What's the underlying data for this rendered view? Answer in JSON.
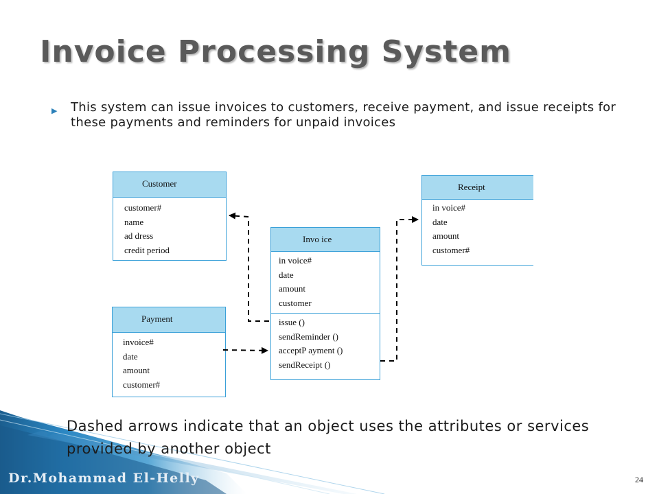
{
  "slide": {
    "title": "Invoice Processing System",
    "bullet1": "This system can issue invoices to customers, receive payment, and issue receipts for these payments and reminders for unpaid invoices",
    "bullet2": "Dashed arrows indicate that an object uses the attributes or services provided by another object",
    "author": "Dr.Mohammad El-Helly",
    "page_number": "24",
    "bullet_marker": "triangle-right-icon"
  },
  "diagram": {
    "customer": {
      "name": "Customer",
      "attributes": [
        "customer#",
        "name",
        "ad dress",
        "credit period"
      ]
    },
    "payment": {
      "name": "Payment",
      "attributes": [
        "invoice#",
        "date",
        "amount",
        "customer#"
      ]
    },
    "invoice": {
      "name": "Invo ice",
      "attributes": [
        "in voice#",
        "date",
        "amount",
        "customer"
      ],
      "operations": [
        "issue ()",
        "sendReminder ()",
        "acceptP  ayment ()",
        "sendReceipt ()"
      ]
    },
    "receipt": {
      "name": "Receipt",
      "attributes": [
        "in voice#",
        "date",
        "amount",
        "customer#"
      ]
    },
    "colors": {
      "header_fill": "#a8daf0",
      "border": "#3aa0d8",
      "title_text": "#5a5a5a",
      "bullet_marker": "#2a80b9",
      "footer_band": "#1f6fa6"
    }
  }
}
